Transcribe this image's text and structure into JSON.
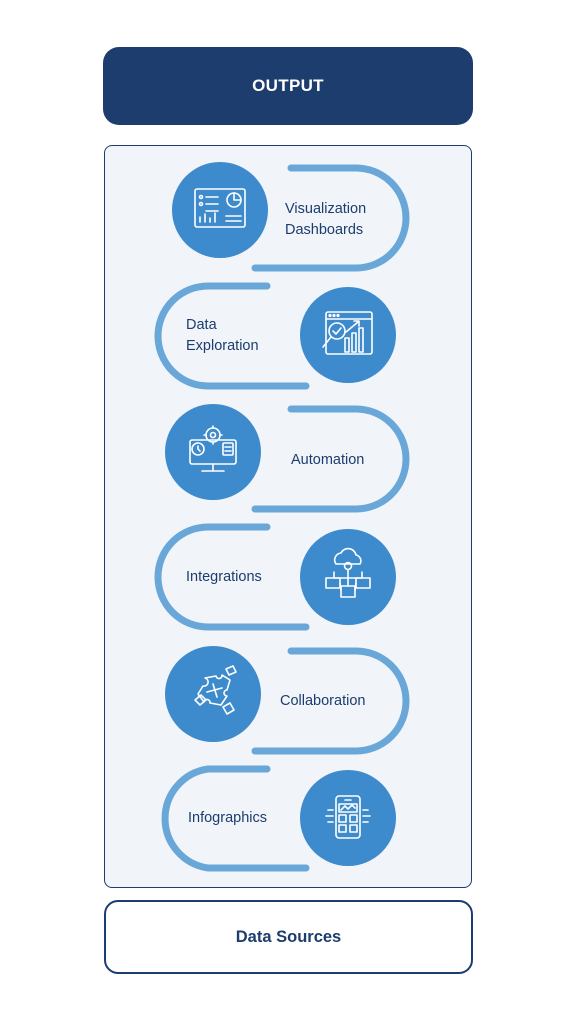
{
  "output": {
    "label": "OUTPUT"
  },
  "steps": [
    {
      "label": "Visualization\nDashboards",
      "icon": "dashboard-icon"
    },
    {
      "label": "Data\nExploration",
      "icon": "analytics-report-icon"
    },
    {
      "label": "Automation",
      "icon": "automation-gears-icon"
    },
    {
      "label": "Integrations",
      "icon": "cloud-integration-icon"
    },
    {
      "label": "Collaboration",
      "icon": "puzzle-collaboration-icon"
    },
    {
      "label": "Infographics",
      "icon": "mobile-infographic-icon"
    }
  ],
  "sources": {
    "label": "Data Sources"
  },
  "colors": {
    "navy": "#1c3d6e",
    "circle": "#3d8bcc",
    "track": "#69a7d8",
    "panel": "#f1f4f9",
    "icon": "#ffffff"
  }
}
